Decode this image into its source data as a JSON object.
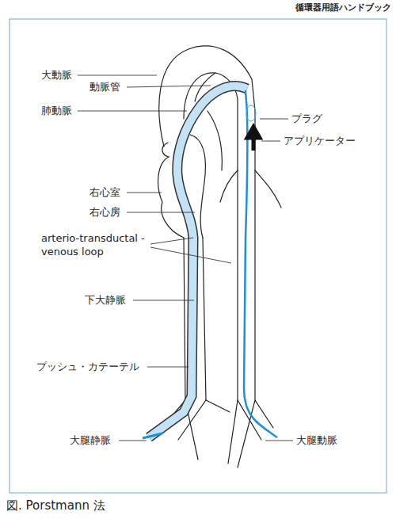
{
  "diagram": {
    "caption": "図. Porstmann 法",
    "labels": [
      "循環器用語ハンドブック",
      "大動脈",
      "動脈管",
      "肺動脈",
      "プラグ",
      "アプリケーター",
      "右心室",
      "右心房",
      "arterio-transductal -venous loop",
      "下大静脈",
      "プッシュ・カテーテル",
      "大腿静脈",
      "大腿動脈"
    ]
  }
}
